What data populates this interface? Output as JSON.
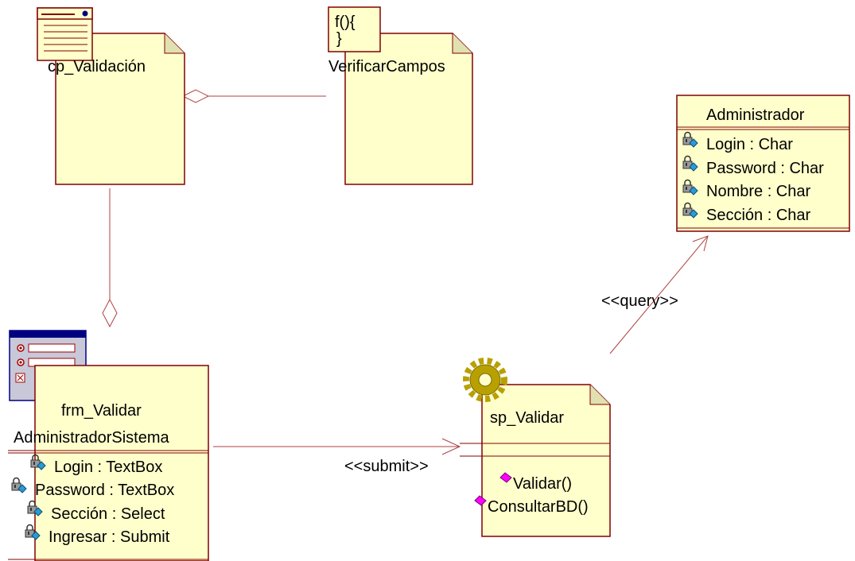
{
  "colors": {
    "note_fill": "#ffffcc",
    "border": "#800000",
    "line": "#b04040",
    "attr_icon": "#2a9ad4",
    "op_icon": "#ff00ff",
    "gear": "#b8a000"
  },
  "cp_validacion": {
    "name": "cp_Validación",
    "icon": "server-page-icon"
  },
  "verificar_campos": {
    "name": "VerificarCampos",
    "icon": "function-icon",
    "icon_text_1": "f(){",
    "icon_text_2": "}"
  },
  "administrador": {
    "name": "Administrador",
    "attributes": [
      "Login : Char",
      "Password : Char",
      "Nombre : Char",
      "Sección : Char"
    ]
  },
  "frm_validar": {
    "name_line1": "frm_Validar",
    "name_line2": "AdministradorSistema",
    "icon": "form-icon",
    "attributes": [
      "Login : TextBox",
      "Password : TextBox",
      "Sección : Select",
      "Ingresar : Submit"
    ]
  },
  "sp_validar": {
    "name": "sp_Validar",
    "icon": "gear-icon",
    "operations": [
      "Validar()",
      "ConsultarBD()"
    ]
  },
  "relations": {
    "submit_label": "<<submit>>",
    "query_label": "<<query>>"
  }
}
